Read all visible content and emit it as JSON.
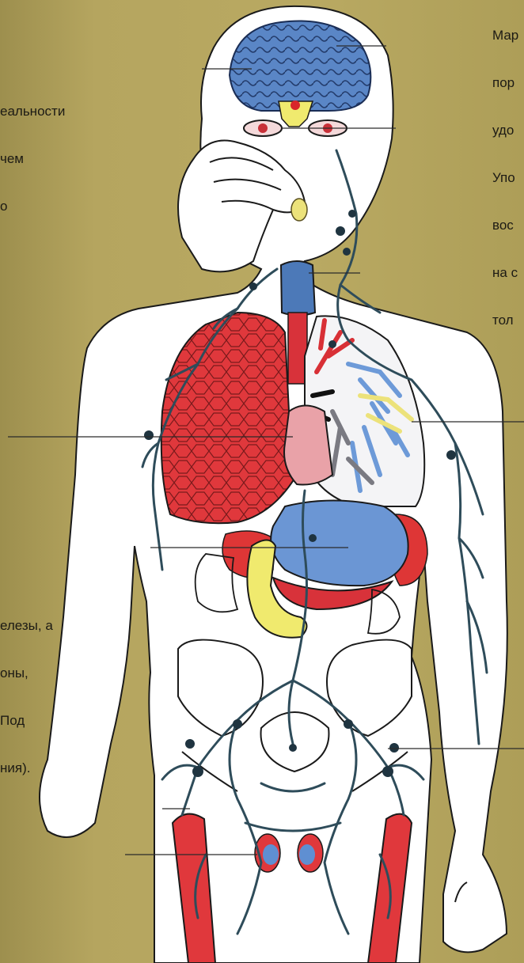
{
  "text_top_left": [
    "еальности",
    "чем",
    "о"
  ],
  "text_top_right": [
    "Мар",
    "пор",
    "удо",
    "Упо",
    "вос",
    "на с",
    "тол"
  ],
  "text_mid_left": [
    "елезы, а",
    "оны,",
    "Под",
    "ния)."
  ],
  "colors": {
    "background": "#b3a35c",
    "body_fill": "#ffffff",
    "brain": "#5a86c6",
    "lung_red": "#e0383c",
    "lung_blue": "#6d9ad8",
    "heart": "#e9a2a8",
    "stomach": "#6b96d4",
    "pancreas": "#f0ea6e",
    "liver": "#de3636",
    "lymph_vessels": "#2e4c5a",
    "leg_muscle": "#e0383c",
    "testes": "#5f8fd2"
  },
  "icons": [
    "brain-icon",
    "eye-icon",
    "lymph-vessel-icon"
  ]
}
